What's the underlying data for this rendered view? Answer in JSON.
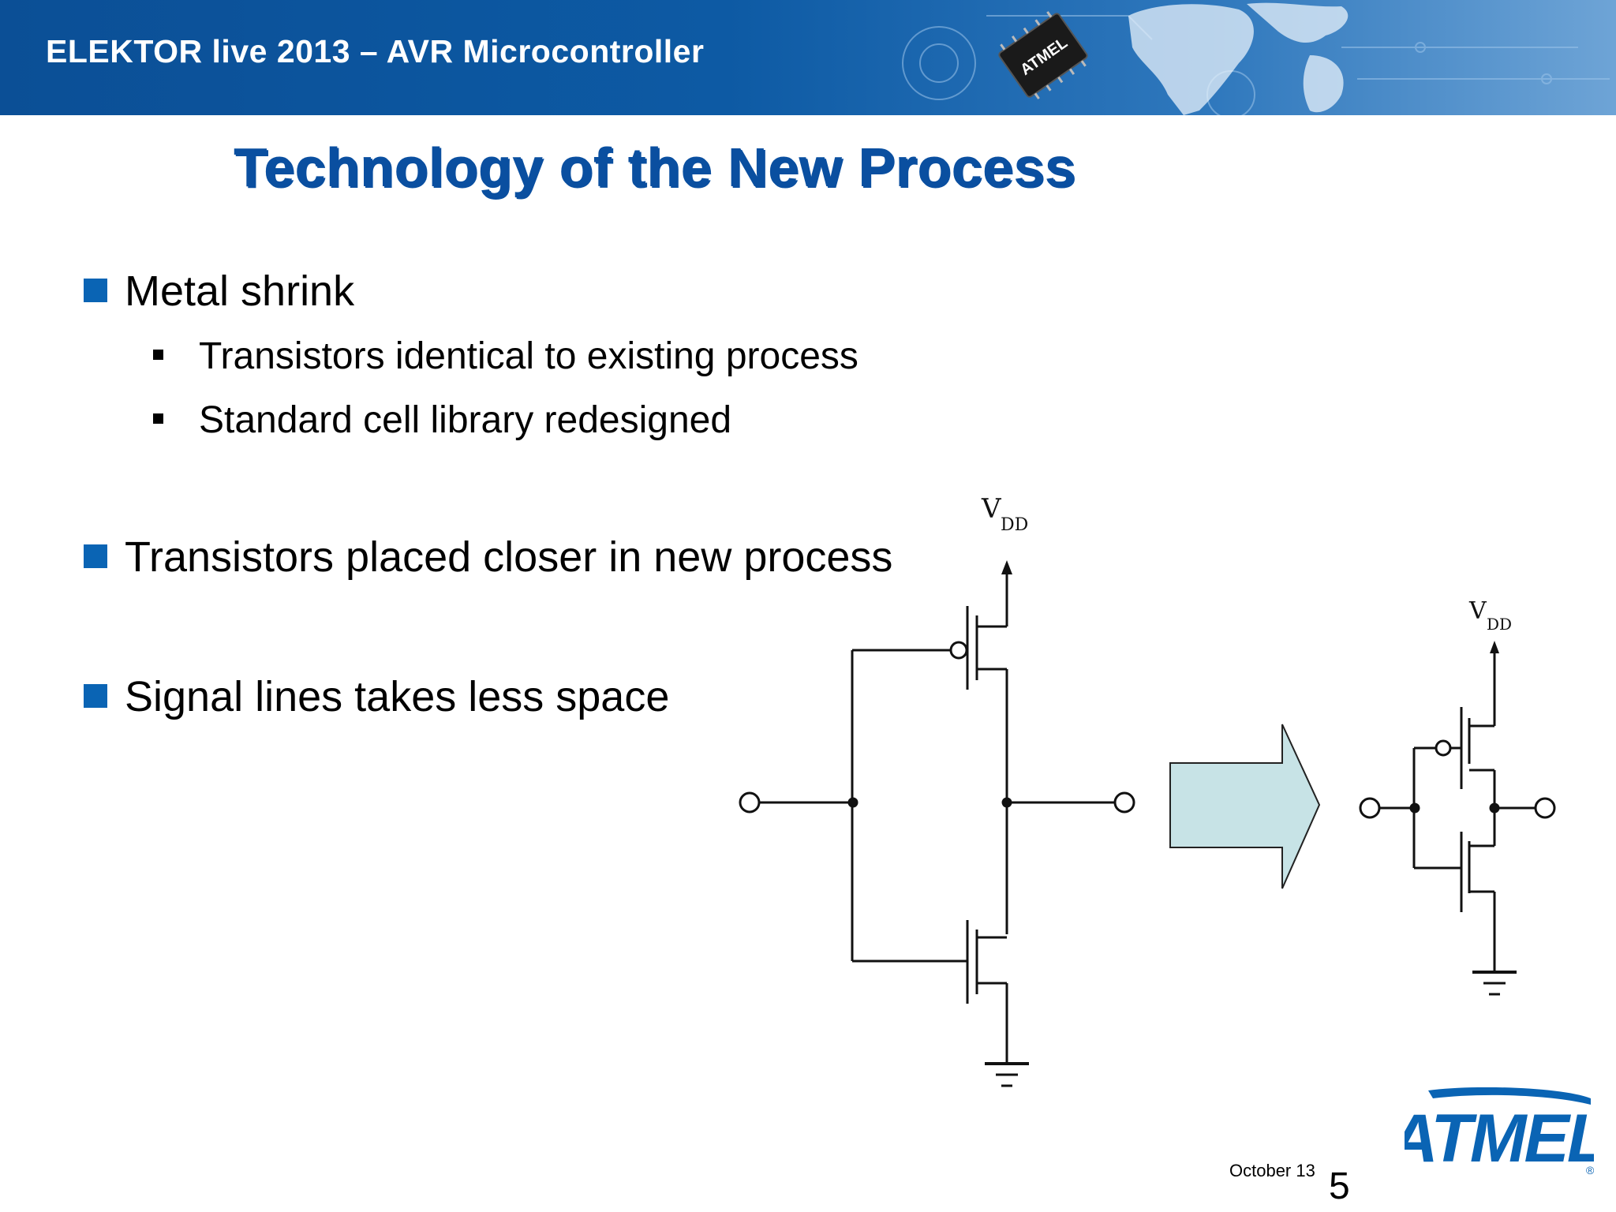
{
  "header": {
    "title": "ELEKTOR live 2013 – AVR Microcontroller",
    "chip_brand": "ATMEL"
  },
  "slide": {
    "title": "Technology of the New Process",
    "bullets": [
      {
        "text": "Metal shrink",
        "sub": [
          "Transistors identical to existing process",
          "Standard cell library redesigned"
        ]
      },
      {
        "text": "Transistors placed closer in new process"
      },
      {
        "text": "Signal lines takes less space"
      }
    ]
  },
  "diagram": {
    "large_supply_label": "V",
    "large_supply_sub": "DD",
    "small_supply_label": "V",
    "small_supply_sub": "DD",
    "arrow_color": "#c7e3e6"
  },
  "footer": {
    "date": "October 13",
    "page": "5",
    "logo": "ATMEL",
    "logo_color": "#0a64b4"
  }
}
